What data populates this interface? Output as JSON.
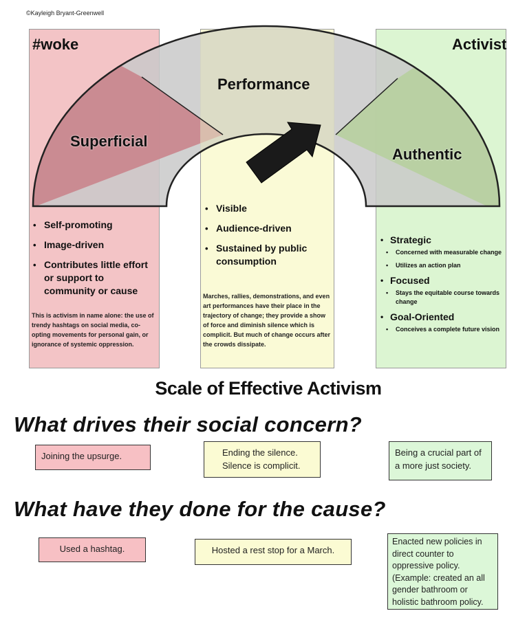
{
  "copyright": "©Kayleigh Bryant-Greenwell",
  "columns": {
    "left": {
      "header": "#woke",
      "stage": "Superficial",
      "bullets": [
        "Self-promoting",
        "Image-driven",
        "Contributes little effort or support to community or cause"
      ],
      "description": "This is activism in name alone: the use of trendy hashtags on social media, co-opting movements for personal gain, or ignorance of systemic oppression."
    },
    "middle": {
      "header": "Performance",
      "bullets": [
        "Visible",
        "Audience-driven",
        "Sustained by public consumption"
      ],
      "description": "Marches, rallies, demonstrations, and even art performances have their place in the trajectory of change; they provide a show of force and diminish silence which is complicit. But much of change occurs after the crowds dissipate."
    },
    "right": {
      "header": "Activist",
      "stage": "Authentic",
      "items": [
        {
          "label": "Strategic",
          "subs": [
            "Concerned with measurable change",
            "Utilizes an action plan"
          ]
        },
        {
          "label": "Focused",
          "subs": [
            "Stays the equitable course towards change"
          ]
        },
        {
          "label": "Goal-Oriented",
          "subs": [
            "Conceives a complete future vision"
          ]
        }
      ]
    }
  },
  "scale_title": "Scale of Effective Activism",
  "question1": {
    "text": "What drives their social concern?",
    "answers": [
      "Joining the upsurge.",
      "Ending the silence. Silence is complicit.",
      "Being a crucial part of a more just society."
    ]
  },
  "question2": {
    "text": "What have they done for the cause?",
    "answers": [
      "Used a hashtag.",
      "Hosted a rest stop for a March.",
      "Enacted new policies in direct counter to oppressive policy. (Example: created an all gender bathroom or holistic bathroom policy."
    ]
  },
  "colors": {
    "red": "#f3c4c6",
    "yellow": "#fafad6",
    "green": "#dcf5d2",
    "arc_red": "#c98088",
    "arc_grey": "#c8c8c8",
    "arc_green": "#b5cf9c",
    "arrow": "#1a1a1a"
  }
}
